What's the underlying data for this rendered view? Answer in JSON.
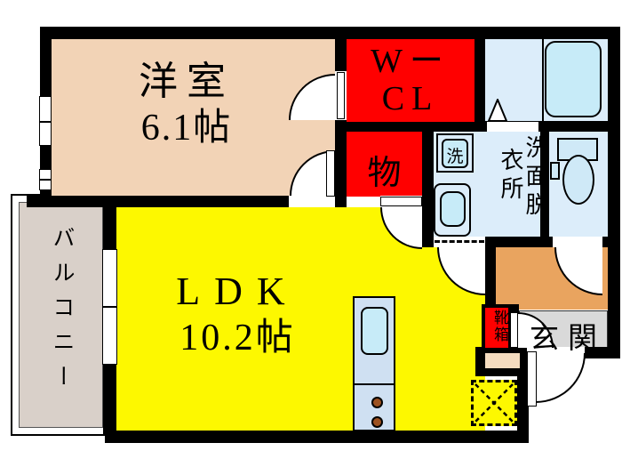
{
  "floorplan": {
    "type": "japanese-apartment-1ldk",
    "rooms": {
      "bedroom": {
        "name": "洋室",
        "area": "6.1帖"
      },
      "ldk": {
        "name": "LDK",
        "area": "10.2帖"
      },
      "wcl": {
        "line1": "Wー",
        "line2": "CL"
      },
      "storage": {
        "name": "物"
      },
      "washroom": {
        "col_right": "洗面脱",
        "col_left": "衣所"
      },
      "washer": {
        "name": "洗"
      },
      "balcony": {
        "name": "バルコニー"
      },
      "genkan": {
        "name": "玄関"
      },
      "shoebox": {
        "name": "靴箱"
      }
    },
    "colors": {
      "wall": "#000000",
      "bedroom_floor": "#f2d3b6",
      "ldk_floor": "#fdf800",
      "closet_red": "#ff0000",
      "corridor_floor": "#e9a45f",
      "genkan_floor": "#d9d9d9",
      "balcony_floor": "#d9d0c9",
      "wet_area_floor": "#dcedfa",
      "fixture_fill": "#c7ebf8",
      "kitchen_counter": "#cfe0f2",
      "burner": "#9c5120",
      "entry_step": "#f5dcc0"
    }
  }
}
